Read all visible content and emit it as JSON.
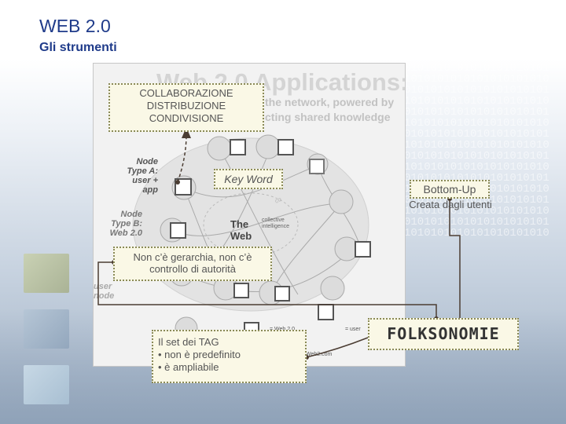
{
  "slide": {
    "title": "WEB 2.0",
    "subtitle": "Gli strumenti"
  },
  "graphic": {
    "title": "Web 2.0 Applications:",
    "line1": "the network, powered by",
    "line2": "cting shared knowledge",
    "node_type_a": [
      "Node",
      "Type A:",
      "user +",
      "app"
    ],
    "node_type_b": [
      "Node",
      "Type B:",
      "Web 2.0"
    ],
    "user_node": [
      "user",
      "node"
    ],
    "web_label": [
      "The",
      "Web"
    ],
    "ci_label": [
      "collective",
      "intelligence"
    ],
    "legend_1": "= Web 2.0",
    "legend_2": "= user",
    "legend_3": "Web2.com"
  },
  "callouts": {
    "collaboration": [
      "COLLABORAZIONE",
      "DISTRIBUZIONE",
      "CONDIVISIONE"
    ],
    "key_word": "Key Word",
    "hierarchy": [
      "Non c’è gerarchia, non c’è",
      "controllo di autorità"
    ],
    "tag": [
      "Il set dei TAG",
      "• non è predefinito",
      "• è ampliabile"
    ],
    "bottom_up": "Bottom-Up",
    "bottom_up_desc": "Creata dagli utenti",
    "folksonomie": "FOLKSONOMIE"
  },
  "colors": {
    "title": "#1f3b8a",
    "callout_fill": "#faf8e6",
    "callout_border": "#8a8a58",
    "connector": "#4b3d33"
  }
}
